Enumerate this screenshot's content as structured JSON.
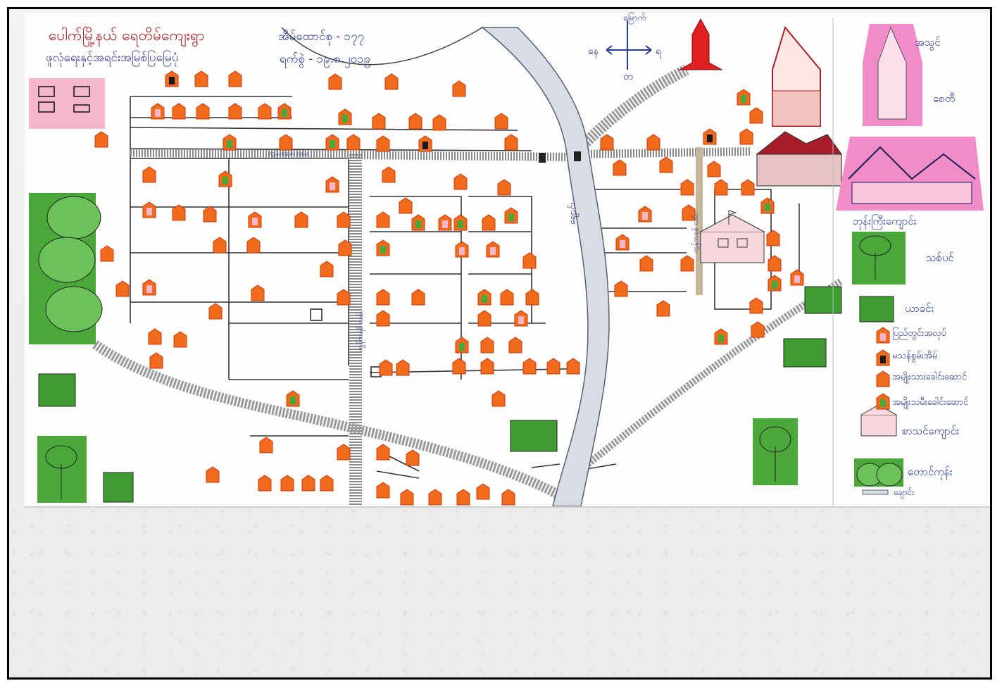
{
  "map": {
    "title": "ပေါက်မြို့နယ် ရေတိမ်ကျေးရွာ",
    "subtitle": "ဖူလုံရေးနှင့်အရင်းအမြစ်ပြမြေပုံ",
    "household_count": "အိမ်ထောင်စု - ၁၇၇",
    "date": "ရက်စွဲ - ၁၉.၈.၂၀၁၉",
    "compass": {
      "north": "မြောက်",
      "south": "တ",
      "east": "ရ",
      "west": "နေ"
    },
    "road_labels": {
      "cement_road_1": "ကွန်ကရစ် လမ်း",
      "cement_road_2": "ကွန်ကရစ် လမ်း",
      "cement_road_3": "ကွန်ကရစ် လမ်း",
      "river": "ချောင်း"
    },
    "colors": {
      "house": "#f26a1b",
      "house_outline": "#c23a10",
      "forest": "#4aa83a",
      "forest_dark": "#2f7d25",
      "pink_area": "#f4b6c8",
      "monastery": "#f08cc8",
      "ink_blue": "#2a3a9a",
      "ink_red": "#a51e2a",
      "stream": "#cfd3dc"
    }
  },
  "legend": {
    "pagoda": "စေတီ",
    "monastery_label": "ဘုန်းကြီးကျောင်း",
    "pagoda_heading": "အသွင်",
    "big_tree": "သစ်ပင်",
    "farmland": "ယာခင်း",
    "pink_house": "ပြည်တွင်းအလုပ်",
    "dark_house": "မသန်စွမ်းအိမ်",
    "orange_house": "အမျိုးသားခေါင်းဆောင်",
    "green_house": "အမျိုးသမီးခေါင်းဆောင်",
    "school": "စာသင်ကျောင်း",
    "forest_hills": "တောင်ကုန်း",
    "stream": "ချောင်း"
  }
}
